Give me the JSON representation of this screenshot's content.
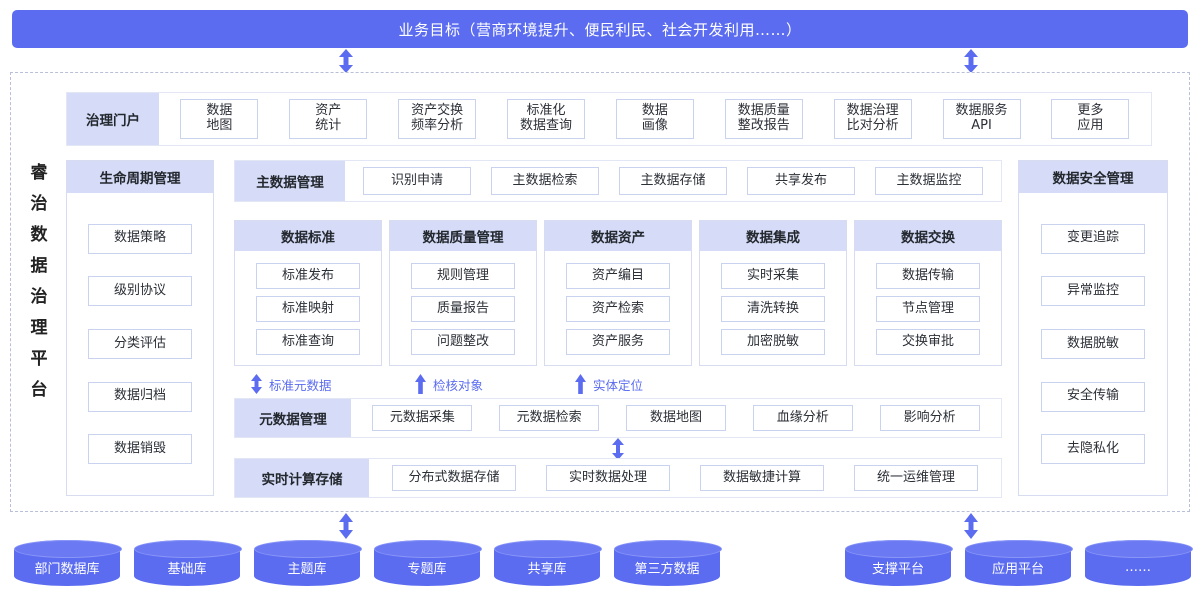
{
  "banner": {
    "title": "业务目标（营商环境提升、便民利民、社会开发利用……）"
  },
  "platform": {
    "vertical_title": [
      "睿",
      "治",
      "数",
      "据",
      "治",
      "理",
      "平",
      "台"
    ]
  },
  "portal": {
    "label": "治理门户",
    "items": [
      "数据\n地图",
      "资产\n统计",
      "资产交换\n频率分析",
      "标准化\n数据查询",
      "数据\n画像",
      "数据质量\n整改报告",
      "数据治理\n比对分析",
      "数据服务\nAPI",
      "更多\n应用"
    ]
  },
  "lifecycle": {
    "title": "生命周期管理",
    "items": [
      "数据策略",
      "级别协议",
      "分类评估",
      "数据归档",
      "数据销毁"
    ]
  },
  "security": {
    "title": "数据安全管理",
    "items": [
      "变更追踪",
      "异常监控",
      "数据脱敏",
      "安全传输",
      "去隐私化"
    ]
  },
  "master_data": {
    "label": "主数据管理",
    "items": [
      "识别申请",
      "主数据检索",
      "主数据存储",
      "共享发布",
      "主数据监控"
    ]
  },
  "mid_columns": [
    {
      "title": "数据标准",
      "items": [
        "标准发布",
        "标准映射",
        "标准查询"
      ]
    },
    {
      "title": "数据质量管理",
      "items": [
        "规则管理",
        "质量报告",
        "问题整改"
      ]
    },
    {
      "title": "数据资产",
      "items": [
        "资产编目",
        "资产检索",
        "资产服务"
      ]
    },
    {
      "title": "数据集成",
      "items": [
        "实时采集",
        "清洗转换",
        "加密脱敏"
      ]
    },
    {
      "title": "数据交换",
      "items": [
        "数据传输",
        "节点管理",
        "交换审批"
      ]
    }
  ],
  "arrow_labels": [
    {
      "text": "标准元数据",
      "type": "up-down"
    },
    {
      "text": "检核对象",
      "type": "up"
    },
    {
      "text": "实体定位",
      "type": "up"
    }
  ],
  "metadata": {
    "label": "元数据管理",
    "items": [
      "元数据采集",
      "元数据检索",
      "数据地图",
      "血缘分析",
      "影响分析"
    ]
  },
  "realtime": {
    "label": "实时计算存储",
    "items": [
      "分布式数据存储",
      "实时数据处理",
      "数据敏捷计算",
      "统一运维管理"
    ]
  },
  "sources_left": [
    "部门数据库",
    "基础库",
    "主题库",
    "专题库",
    "共享库",
    "第三方数据"
  ],
  "sources_right": [
    "支撑平台",
    "应用平台",
    "……"
  ],
  "colors": {
    "brand": "#5b6cf0",
    "panel_head": "#d6dcf7",
    "chip_border": "#c9d2ee",
    "dashed_border": "#b9bfd6"
  }
}
